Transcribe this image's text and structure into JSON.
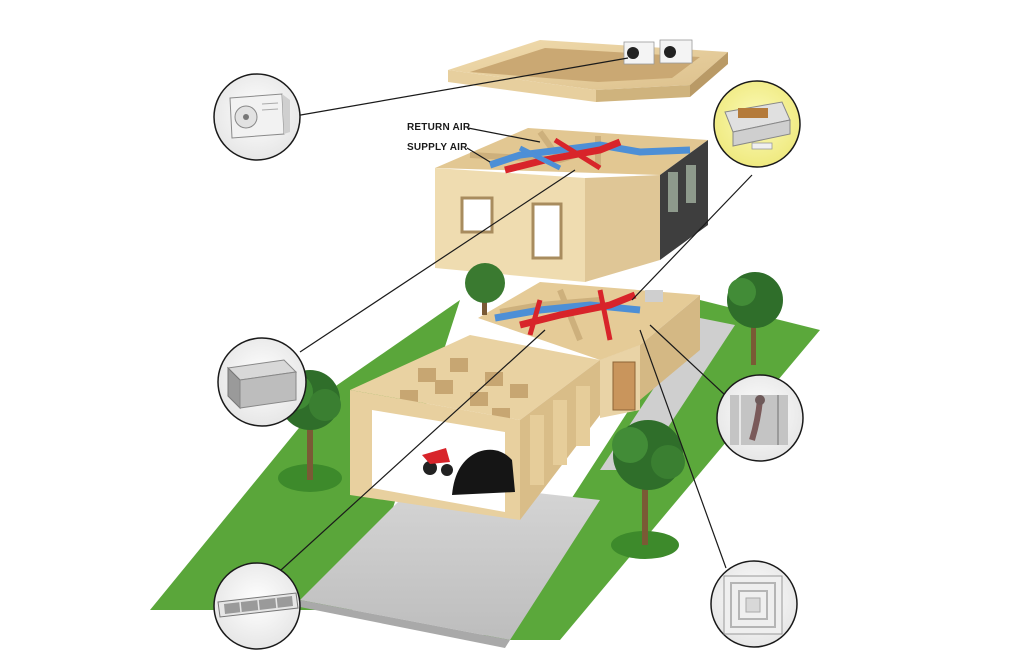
{
  "labels": {
    "return_air": "RETURN AIR",
    "supply_air": "SUPPLY AIR"
  },
  "colors": {
    "background": "#ffffff",
    "lawn": "#5aa63a",
    "driveway": "#c9c9c9",
    "wall_wood": "#e8d2a6",
    "supply_duct": "#d8242a",
    "return_duct": "#4d8fd6",
    "highlight_callout": "#f3f08a"
  },
  "callouts": [
    {
      "id": "outdoor-condensing-unit",
      "icon": "ac-outdoor-unit-icon",
      "highlighted": false
    },
    {
      "id": "fan-coil-unit",
      "icon": "fan-coil-unit-icon",
      "highlighted": true
    },
    {
      "id": "rectangular-duct",
      "icon": "duct-section-icon",
      "highlighted": false
    },
    {
      "id": "flexible-duct-connection",
      "icon": "flex-duct-icon",
      "highlighted": false
    },
    {
      "id": "linear-slot-grille",
      "icon": "linear-grille-icon",
      "highlighted": false
    },
    {
      "id": "square-ceiling-diffuser",
      "icon": "ceiling-diffuser-icon",
      "highlighted": false
    }
  ]
}
